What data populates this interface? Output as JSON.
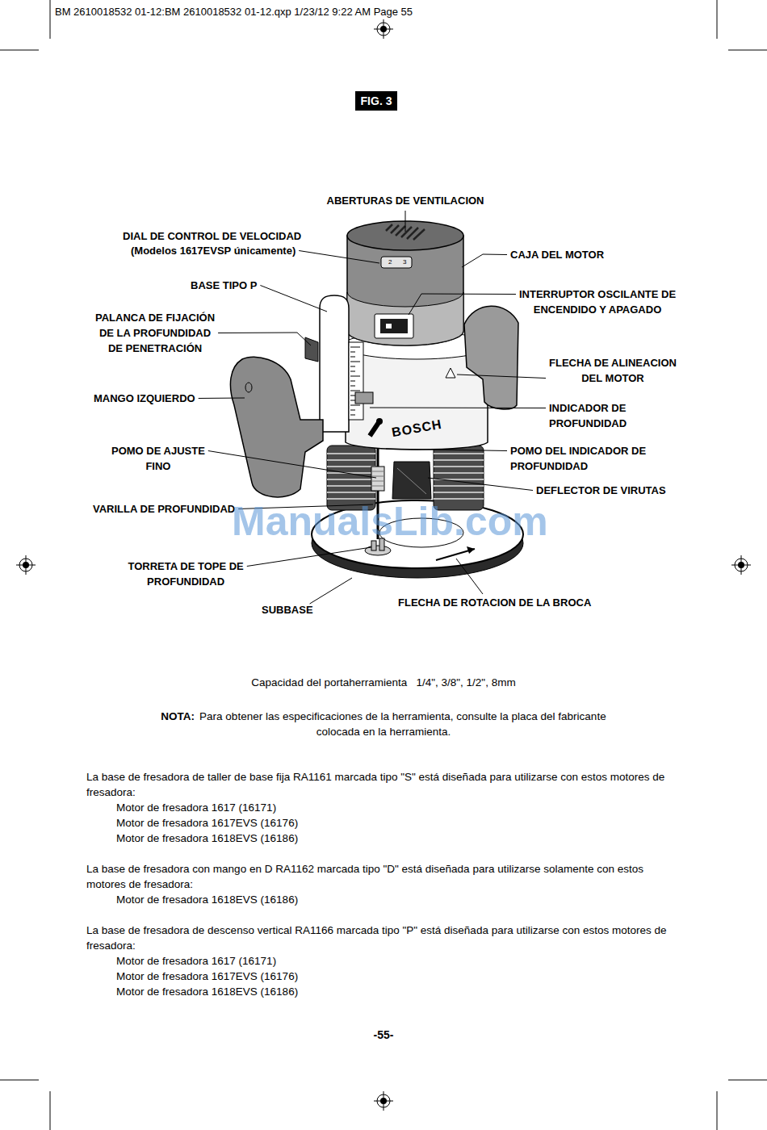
{
  "diagram": {
    "nodes": [
      {
        "text": [
          "FIG. 3"
        ]
      }
    ],
    "labels": [
      "BM 2610018532 01-12:BM 2610018532 01-12.qxp  1/23/12  9:22 AM  Page 55",
      "ABERTURAS DE VENTILACION",
      "DIAL DE CONTROL DE VELOCIDAD",
      "(Modelos 1617EVSP únicamente)",
      "CAJA DEL MOTOR",
      "BASE TIPO P",
      "INTERRUPTOR OSCILANTE DE ENCENDIDO Y APAGADO",
      "PALANCA DE FIJACIÓN DE LA PROFUNDIDAD DE PENETRACIÓN",
      "FLECHA DE ALINEACION DEL MOTOR",
      "MANGO IZQUIERDO",
      "INDICADOR DE PROFUNDIDAD",
      "POMO DE AJUSTE FINO",
      "POMO DEL INDICADOR DE PROFUNDIDAD",
      "DEFLECTOR DE VIRUTAS",
      "VARILLA DE PROFUNDIDAD",
      "TORRETA DE TOPE DE PROFUNDIDAD",
      "SUBBASE",
      "FLECHA DE ROTACION DE LA BROCA",
      "BOSCH",
      "2",
      "3",
      "ManualsLib.com",
      "Capacidad del portaherramienta   1/4\", 3/8\", 1/2\", 8mm",
      "NOTA:",
      "Para obtener las especificaciones de la herramienta, consulte la placa del fabricante colocada en la herramienta.",
      "La base de fresadora de taller de base fija RA1161 marcada tipo \"S\" está diseñada para utilizarse con estos motores de fresadora:",
      "Motor de fresadora 1617 (16171)",
      "Motor de fresadora 1617EVS (16176)",
      "Motor de fresadora 1618EVS (16186)",
      "La base de fresadora con mango en D RA1162 marcada tipo \"D\" está diseñada para utilizarse solamente con estos motores de fresadora:",
      "Motor de fresadora 1618EVS (16186)",
      "La base de fresadora de descenso vertical RA1166 marcada tipo \"P\" está diseñada para utilizarse con estos motores de fresadora:",
      "Motor de fresadora 1617 (16171)",
      "Motor de fresadora 1617EVS (16176)",
      "Motor de fresadora 1618EVS (16186)",
      "-55-"
    ]
  }
}
